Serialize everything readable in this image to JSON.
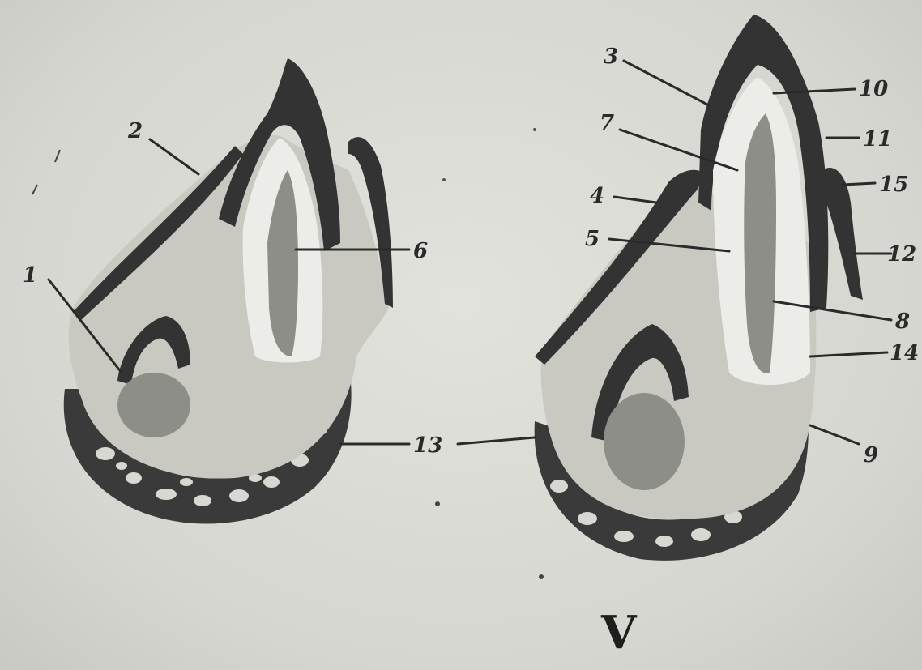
{
  "figure": {
    "panel_label": "V",
    "left_labels": {
      "l1": "1",
      "l2": "2",
      "l6": "6",
      "l13": "13"
    },
    "right_labels": {
      "r3": "3",
      "r7": "7",
      "r4": "4",
      "r5": "5",
      "r10": "10",
      "r11": "11",
      "r15": "15",
      "r12": "12",
      "r8": "8",
      "r14": "14",
      "r9": "9"
    }
  }
}
